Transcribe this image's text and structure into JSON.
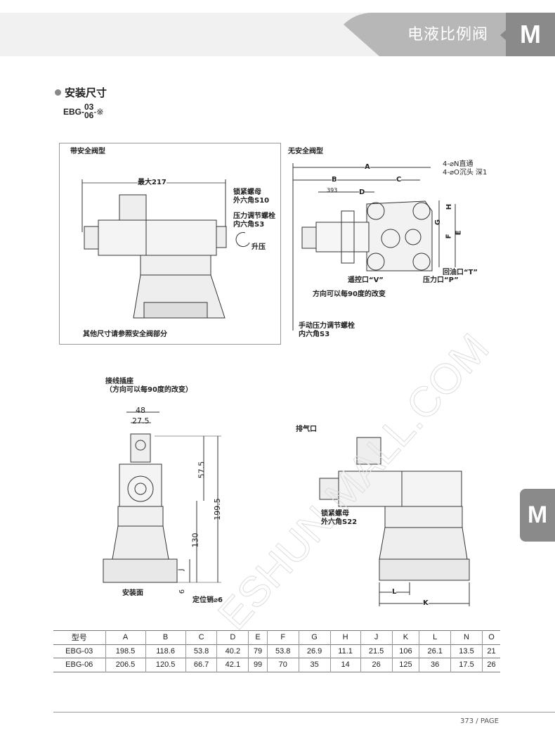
{
  "header": {
    "title": "电液比例阀",
    "section_letter": "M"
  },
  "section": {
    "title": "安装尺寸",
    "model_prefix": "EBG-",
    "model_top": "03",
    "model_bottom": "06",
    "model_suffix": "-※"
  },
  "left_view": {
    "title": "带安全阀型",
    "max_length": "最大217",
    "lock_nut_1": "锁紧螺母",
    "lock_nut_2": "外六角S10",
    "adj_bolt_1": "压力调节螺栓",
    "adj_bolt_2": "内六角S3",
    "pressure_up": "升压",
    "note": "其他尺寸请参照安全阀部分"
  },
  "right_view": {
    "title": "无安全阀型",
    "dim_A": "A",
    "dim_B": "B",
    "dim_C": "C",
    "dim_D": "D",
    "dim_393": "393",
    "dim_E": "E",
    "dim_F": "F",
    "dim_G": "G",
    "dim_H": "H",
    "holes_1": "4-⌀N直通",
    "holes_2": "4-⌀O沉头 深1",
    "port_T": "回油口“T”",
    "port_P": "压力口“P”",
    "port_V": "遥控口“V”",
    "rotate_note": "方向可以每90度的改变",
    "manual_1": "手动压力调节螺栓",
    "manual_2": "内六角S3"
  },
  "front_view": {
    "connector_1": "接线插座",
    "connector_2": "（方向可以每90度的改变）",
    "dim_48": "48",
    "dim_27_5": "27.5",
    "dim_57_5": "57.5",
    "dim_199_5": "199.5",
    "dim_130": "130",
    "dim_J": "J",
    "dim_6": "6",
    "mount_face": "安装面",
    "locating_pin": "定位销⌀6"
  },
  "side_view": {
    "vent": "排气口",
    "lock_nut_1": "锁紧螺母",
    "lock_nut_2": "外六角S22",
    "dim_L": "L",
    "dim_K": "K"
  },
  "table": {
    "headers": [
      "型号",
      "A",
      "B",
      "C",
      "D",
      "E",
      "F",
      "G",
      "H",
      "J",
      "K",
      "L",
      "N",
      "O"
    ],
    "rows": [
      [
        "EBG-03",
        "198.5",
        "118.6",
        "53.8",
        "40.2",
        "79",
        "53.8",
        "26.9",
        "11.1",
        "21.5",
        "106",
        "26.1",
        "13.5",
        "21"
      ],
      [
        "EBG-06",
        "206.5",
        "120.5",
        "66.7",
        "42.1",
        "99",
        "70",
        "35",
        "14",
        "26",
        "125",
        "36",
        "17.5",
        "26"
      ]
    ]
  },
  "footer": {
    "page": "373 / PAGE"
  }
}
